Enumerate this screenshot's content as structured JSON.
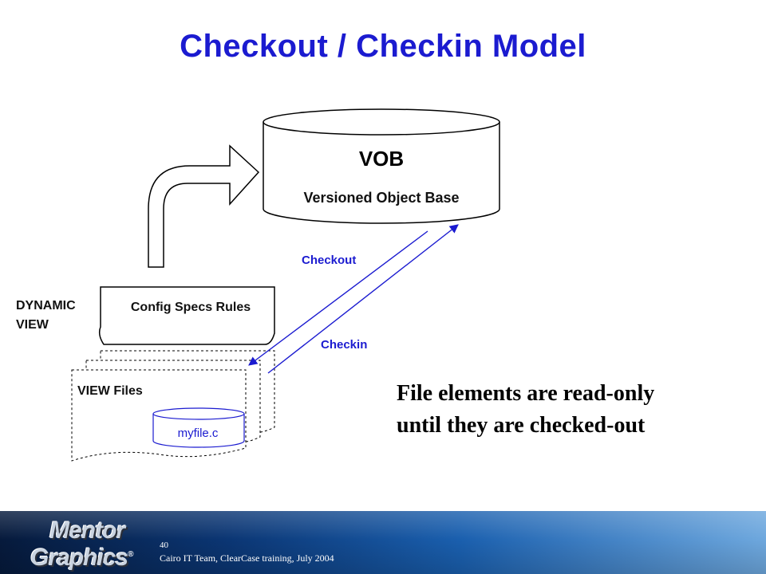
{
  "slide": {
    "title": "Checkout / Checkin Model",
    "page_number": "40",
    "footer_text": "Cairo IT Team, ClearCase training, July 2004"
  },
  "diagram": {
    "vob": {
      "title": "VOB",
      "subtitle": "Versioned Object Base"
    },
    "dynamic_view_label": [
      "DYNAMIC",
      "VIEW"
    ],
    "config_specs_label": "Config Specs Rules",
    "view_files_label": "VIEW  Files",
    "file_label": "myfile.c",
    "checkout_label": "Checkout",
    "checkin_label": "Checkin"
  },
  "note": {
    "lines": [
      "File elements are read-only",
      "until they are checked-out"
    ]
  },
  "branding": {
    "logo_lines": [
      "Mentor",
      "Graphics"
    ],
    "logo_mark": "®"
  },
  "colors": {
    "title": "#1b1bd0",
    "arrow": "#1b1bd0",
    "text": "#000000",
    "footer_dark": "#061a3c",
    "footer_light": "#6ea8de"
  },
  "icons": {
    "curved_arrow": "curved-up-right-arrow-icon",
    "database": "cylinder-database-icon"
  }
}
